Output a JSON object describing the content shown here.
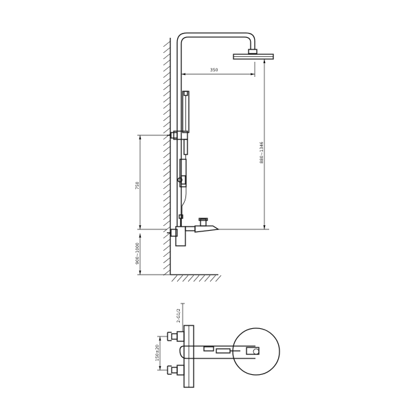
{
  "dimensions": {
    "arm_reach": "350",
    "head_height": "880~1346",
    "valve_spacing": "750",
    "valve_height": "900~1000",
    "inlet_thread": "2-G1/2",
    "inlet_spacing": "150±20"
  }
}
